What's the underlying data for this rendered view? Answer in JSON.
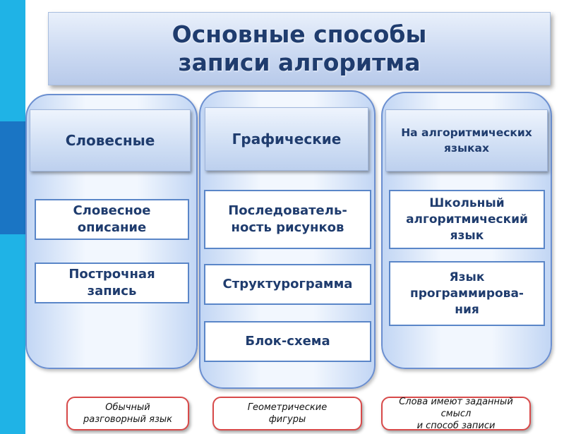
{
  "title": "Основные способы\nзаписи алгоритма",
  "columns": [
    {
      "heading": "Словесные",
      "items": [
        "Словесное\nописание",
        "Построчная\nзапись"
      ],
      "note": "Обычный\nразговорный язык"
    },
    {
      "heading": "Графические",
      "items": [
        "Последователь-\nность рисунков",
        "Структурограмма",
        "Блок-схема"
      ],
      "note": "Геометрические\nфигуры"
    },
    {
      "heading": "На алгоритмических\nязыках",
      "items": [
        "Школьный\nалгоритмический\nязык",
        "Язык\nпрограммирова-\nния"
      ],
      "note": "Слова имеют заданный смысл\nи способ записи"
    }
  ],
  "colors": {
    "accent_cyan": "#1fb3e6",
    "accent_blue": "#1a75c4",
    "text_dark_blue": "#1f3c6e",
    "item_border": "#5a86c8",
    "note_border": "#d84a4a"
  }
}
